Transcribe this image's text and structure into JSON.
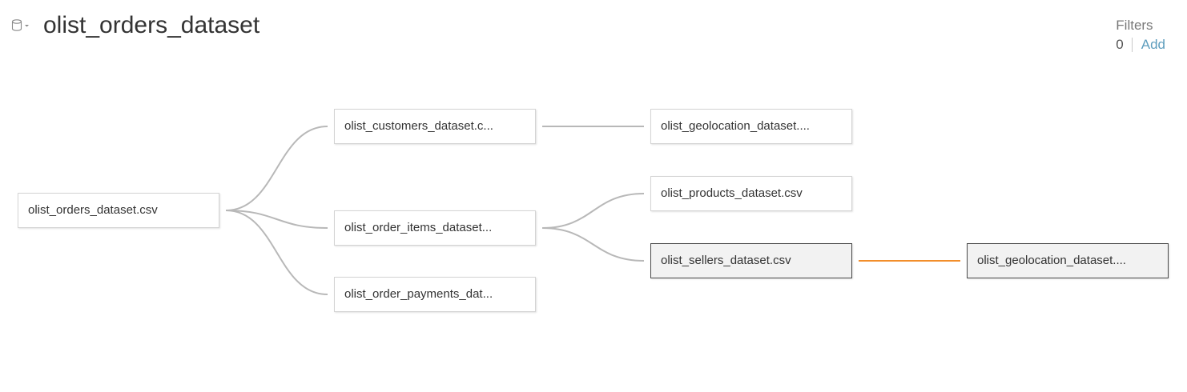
{
  "header": {
    "title": "olist_orders_dataset",
    "datasource_icon": "database-cylinder-icon",
    "filters": {
      "label": "Filters",
      "count": "0",
      "add_label": "Add"
    }
  },
  "diagram": {
    "tables": {
      "orders": {
        "label": "olist_orders_dataset.csv",
        "selected": false
      },
      "customers": {
        "label": "olist_customers_dataset.c...",
        "selected": false
      },
      "order_items": {
        "label": "olist_order_items_dataset...",
        "selected": false
      },
      "order_payments": {
        "label": "olist_order_payments_dat...",
        "selected": false
      },
      "geolocation_1": {
        "label": "olist_geolocation_dataset....",
        "selected": false
      },
      "products": {
        "label": "olist_products_dataset.csv",
        "selected": false
      },
      "sellers": {
        "label": "olist_sellers_dataset.csv",
        "selected": true
      },
      "geolocation_2": {
        "label": "olist_geolocation_dataset....",
        "selected": true
      }
    },
    "relationships": [
      {
        "from": "orders",
        "to": "customers",
        "highlighted": false
      },
      {
        "from": "orders",
        "to": "order_items",
        "highlighted": false
      },
      {
        "from": "orders",
        "to": "order_payments",
        "highlighted": false
      },
      {
        "from": "customers",
        "to": "geolocation_1",
        "highlighted": false
      },
      {
        "from": "order_items",
        "to": "products",
        "highlighted": false
      },
      {
        "from": "order_items",
        "to": "sellers",
        "highlighted": false
      },
      {
        "from": "sellers",
        "to": "geolocation_2",
        "highlighted": true
      }
    ],
    "colors": {
      "link": "#b8b8b8",
      "link_highlight": "#f28e2b"
    }
  }
}
